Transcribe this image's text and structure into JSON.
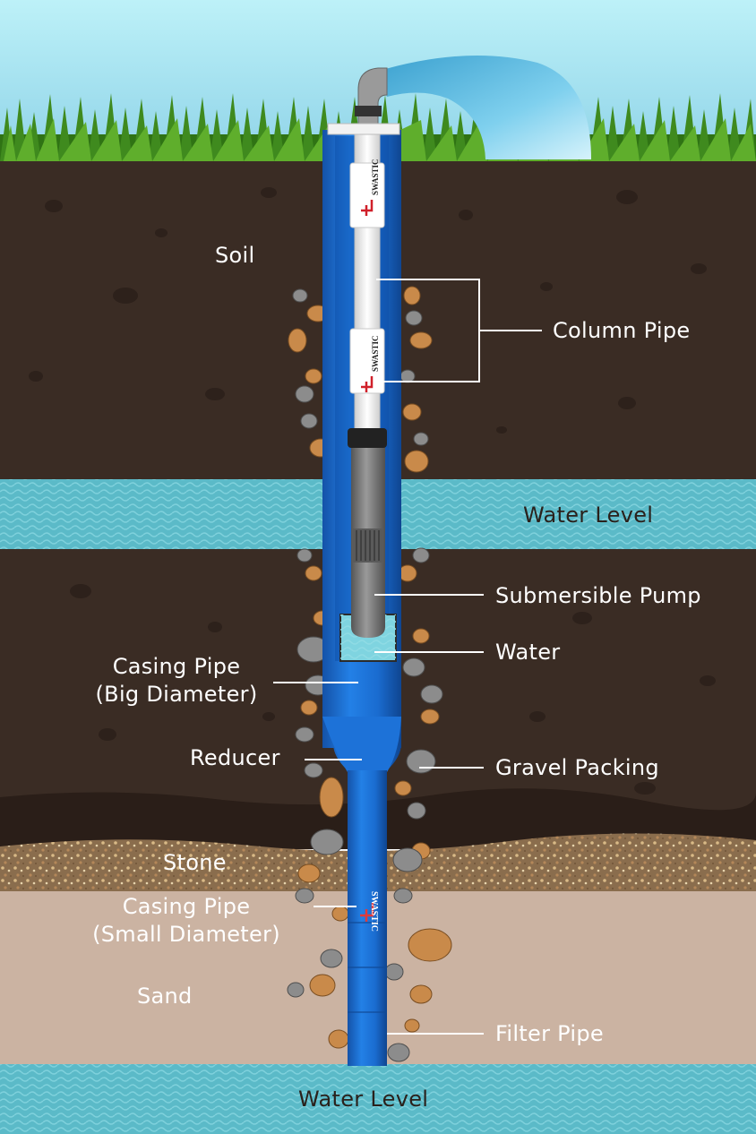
{
  "diagram": {
    "brand": "SWASTIC",
    "labels": {
      "soil": "Soil",
      "column_pipe": "Column Pipe",
      "water_level_upper": "Water Level",
      "submersible_pump": "Submersible Pump",
      "water": "Water",
      "casing_big_line1": "Casing Pipe",
      "casing_big_line2": "(Big Diameter)",
      "reducer": "Reducer",
      "gravel_packing": "Gravel Packing",
      "stone": "Stone",
      "casing_small_line1": "Casing Pipe",
      "casing_small_line2": "(Small Diameter)",
      "sand": "Sand",
      "filter_pipe": "Filter Pipe",
      "water_level_lower": "Water Level"
    },
    "colors": {
      "sky": "#b9ecf6",
      "grass": "#3f8a1e",
      "soil": "#3a2c24",
      "water_band": "#63c2cf",
      "stone_layer": "#8a6d4d",
      "sand": "#cbb3a2",
      "casing_blue": "#1e6fd6",
      "column_white": "#f2f2f2",
      "pump_grey": "#7a7a7a",
      "gravel": "#c98a4a",
      "brand_red": "#d0202a"
    }
  }
}
